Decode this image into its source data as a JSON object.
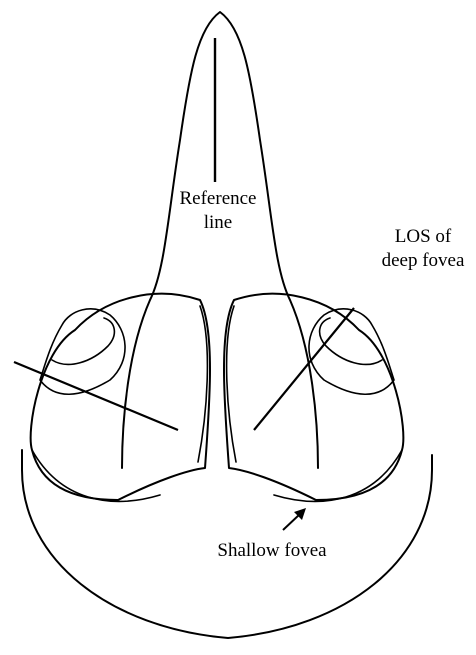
{
  "labels": {
    "reference_line": [
      "Reference",
      "line"
    ],
    "los_deep_fovea": [
      "LOS of",
      "deep fovea"
    ],
    "shallow_fovea": "Shallow fovea"
  }
}
